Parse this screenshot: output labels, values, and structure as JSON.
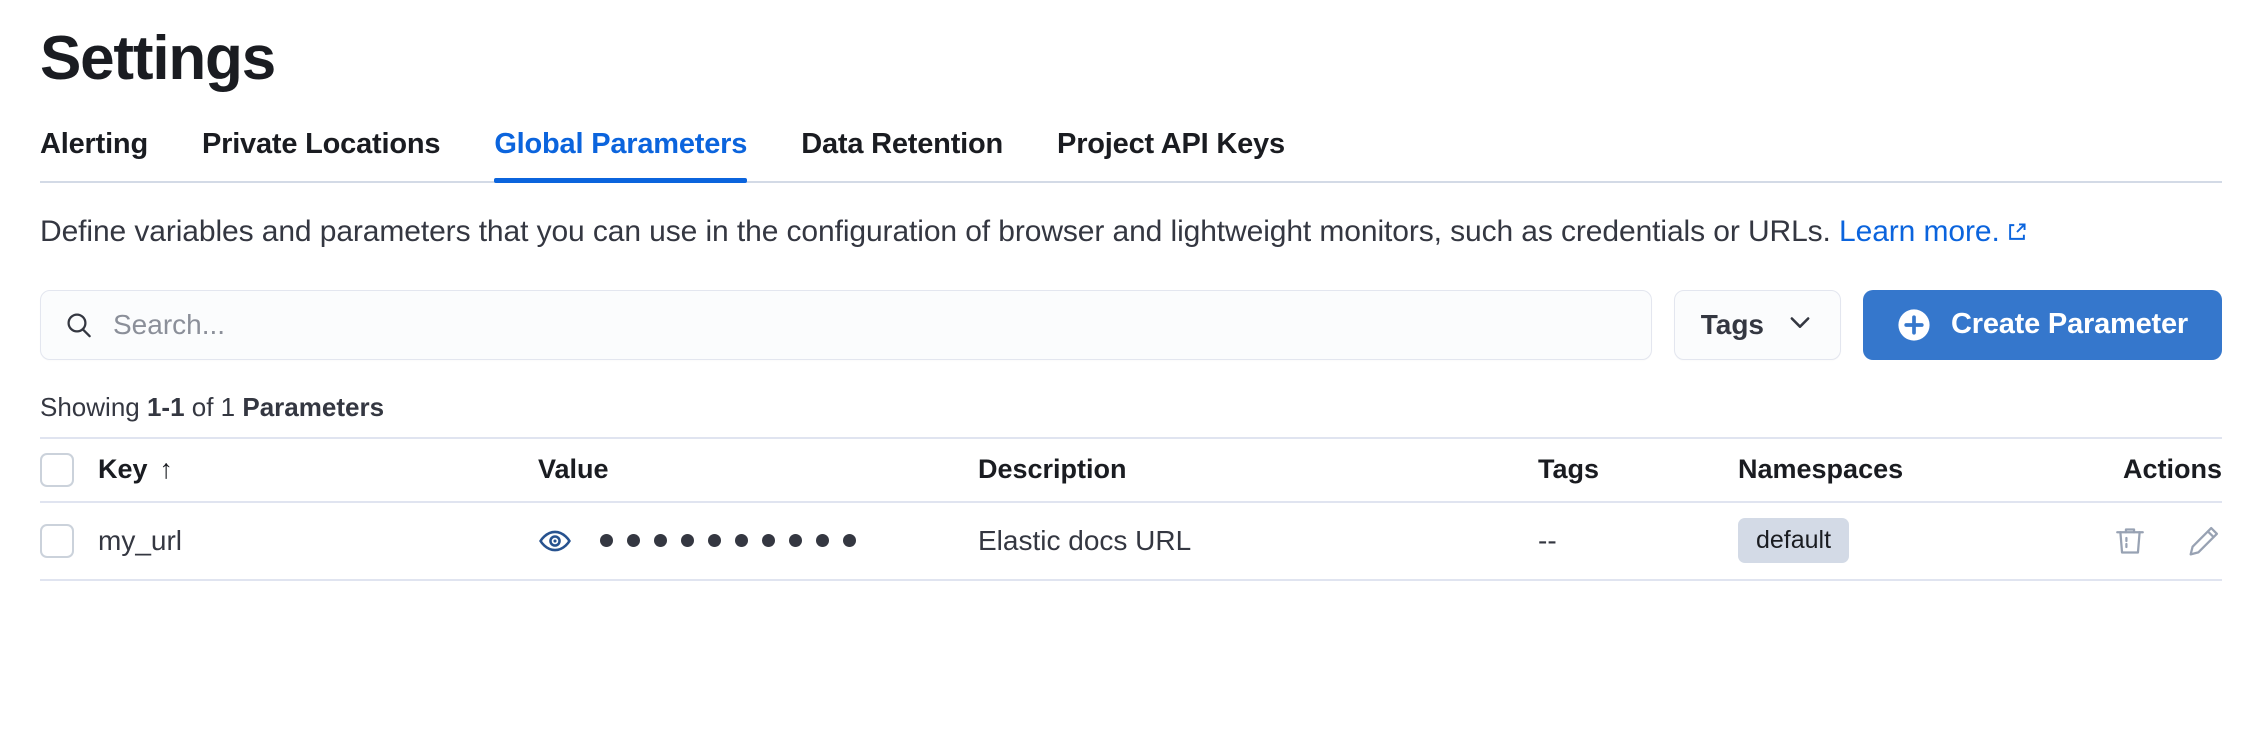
{
  "header": {
    "title": "Settings"
  },
  "tabs": [
    {
      "label": "Alerting",
      "active": false
    },
    {
      "label": "Private Locations",
      "active": false
    },
    {
      "label": "Global Parameters",
      "active": true
    },
    {
      "label": "Data Retention",
      "active": false
    },
    {
      "label": "Project API Keys",
      "active": false
    }
  ],
  "description": {
    "text": "Define variables and parameters that you can use in the configuration of browser and lightweight monitors, such as credentials or URLs. ",
    "link_text": "Learn more.",
    "link_icon": "external-link-icon"
  },
  "controls": {
    "search_placeholder": "Search...",
    "search_value": "",
    "search_icon": "search-icon",
    "tags_label": "Tags",
    "tags_chevron": "chevron-down-icon",
    "create_label": "Create Parameter",
    "create_icon": "plus-circle-icon"
  },
  "summary": {
    "prefix": "Showing ",
    "range": "1-1",
    "middle": " of 1 ",
    "noun": "Parameters"
  },
  "table": {
    "columns": {
      "key": "Key",
      "value": "Value",
      "description": "Description",
      "tags": "Tags",
      "namespaces": "Namespaces",
      "actions": "Actions"
    },
    "sort_indicator": "↑",
    "rows": [
      {
        "key": "my_url",
        "value_masked": "••••••••••",
        "value_dots": 10,
        "value_toggle_icon": "eye-icon",
        "description": "Elastic docs URL",
        "tags": "--",
        "namespaces": [
          "default"
        ],
        "actions": [
          "trash-icon",
          "pencil-icon"
        ]
      }
    ]
  },
  "colors": {
    "accent_blue": "#0B64DD",
    "button_blue": "#3577CC",
    "text_dark": "#343741",
    "border": "#E0E4F0",
    "badge_bg": "#D3DAE6",
    "icon_gray": "#98A2B3"
  }
}
